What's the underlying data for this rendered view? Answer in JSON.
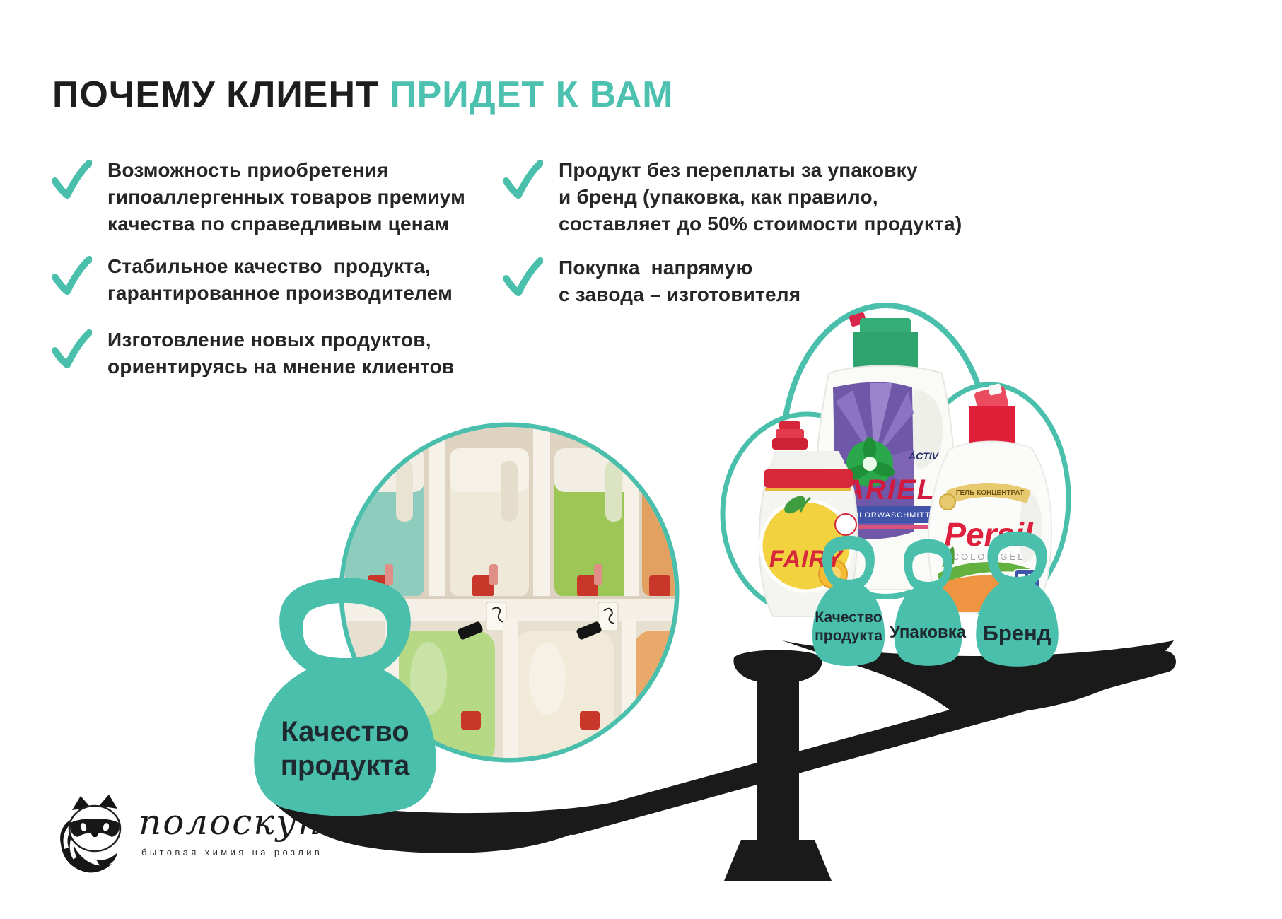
{
  "title": {
    "black": "ПОЧЕМУ КЛИЕНТ",
    "teal": "ПРИДЕТ К ВАМ"
  },
  "benefits_left": [
    {
      "text": "Возможность приобретения\nгипоаллергенных товаров премиум\nкачества по справедливым ценам"
    },
    {
      "text": "Стабильное качество  продукта,\nгарантированное производителем"
    },
    {
      "text": "Изготовление новых продуктов,\nориентируясь на мнение клиентов"
    }
  ],
  "benefits_right": [
    {
      "text": "Продукт без переплаты за упаковку\nи бренд (упаковка, как правило,\nсоставляет до 50% стоимости продукта)"
    },
    {
      "text": "Покупка  напрямую\nс завода – изготовителя"
    }
  ],
  "scale": {
    "left_weight": {
      "line1": "Качество",
      "line2": "продукта"
    },
    "right_weights": [
      {
        "line1": "Качество",
        "line2": "продукта"
      },
      {
        "line1": "Упаковка",
        "line2": ""
      },
      {
        "line1": "Бренд",
        "line2": ""
      }
    ]
  },
  "products": {
    "ariel": {
      "tagline": "ACTIV",
      "name": "ARIEL",
      "banner": "COLORWASCHMITTEL"
    },
    "persil": {
      "banner": "ГЕЛЬ КОНЦЕНТРАТ",
      "name": "Persil",
      "sub": "COLOR GEL"
    },
    "fairy": {
      "name": "FAIRY"
    }
  },
  "logo": {
    "name": "полоскун",
    "tagline": "бытовая химия на розлив"
  },
  "colors": {
    "teal": "#4ABFAC",
    "text_dark": "#262626",
    "scale_black": "#1A1A1A"
  }
}
